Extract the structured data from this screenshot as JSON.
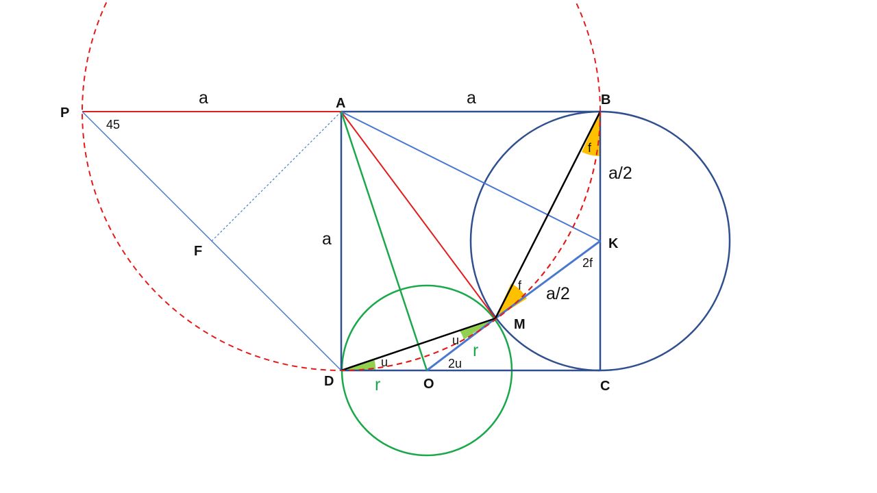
{
  "points": {
    "P": "P",
    "A": "A",
    "B": "B",
    "C": "C",
    "D": "D",
    "F": "F",
    "K": "K",
    "M": "M",
    "O": "O"
  },
  "lengths": {
    "pa": "a",
    "ab": "a",
    "ad": "a",
    "bk": "a/2",
    "km": "a/2",
    "do": "r",
    "om": "r"
  },
  "angles": {
    "p": "45",
    "b": "f",
    "m": "f",
    "k": "2f",
    "d": "u",
    "mo": "u",
    "o": "2u"
  },
  "colors": {
    "square": "#2f4f8f",
    "red": "#e31b1b",
    "green": "#1aa84a",
    "blue": "#4a78d0",
    "black": "#000000",
    "orange": "#ffc000",
    "lightgreen": "#92d050"
  }
}
